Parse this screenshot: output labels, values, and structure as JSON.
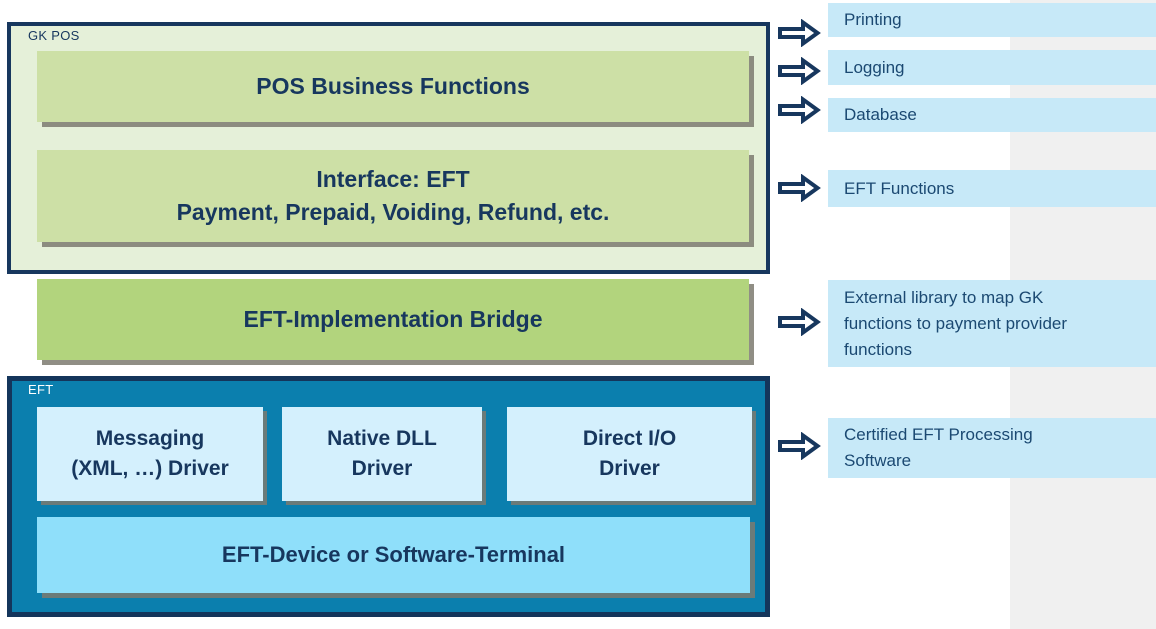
{
  "colors": {
    "navy": "#17375E",
    "eft_fill": "#0B7FAE",
    "gkpos_fill": "#E5F0D9",
    "inner_green": "#CDE0A6",
    "bridge_green": "#B2D47D",
    "driver_blue": "#D4F0FD",
    "device_blue": "#8FDFFA",
    "band_blue": "#C7E9F8",
    "gray_column": "#F0F0F0"
  },
  "gk_pos": {
    "label": "GK POS",
    "pos_business_functions": "POS Business Functions",
    "interface": {
      "line1": "Interface: EFT",
      "line2": "Payment, Prepaid, Voiding, Refund, etc."
    }
  },
  "bridge": {
    "label": "EFT-Implementation Bridge"
  },
  "eft": {
    "label": "EFT",
    "drivers": [
      {
        "line1": "Messaging",
        "line2": "(XML, …) Driver"
      },
      {
        "line1": "Native DLL",
        "line2": "Driver"
      },
      {
        "line1": "Direct I/O",
        "line2": "Driver"
      }
    ],
    "device": "EFT-Device or Software-Terminal"
  },
  "annotations": [
    {
      "label": "Printing"
    },
    {
      "label": "Logging"
    },
    {
      "label": "Database"
    },
    {
      "label": "EFT Functions"
    },
    {
      "label": "External library to map GK functions to payment provider functions"
    },
    {
      "label": "Certified EFT Processing Software"
    }
  ]
}
